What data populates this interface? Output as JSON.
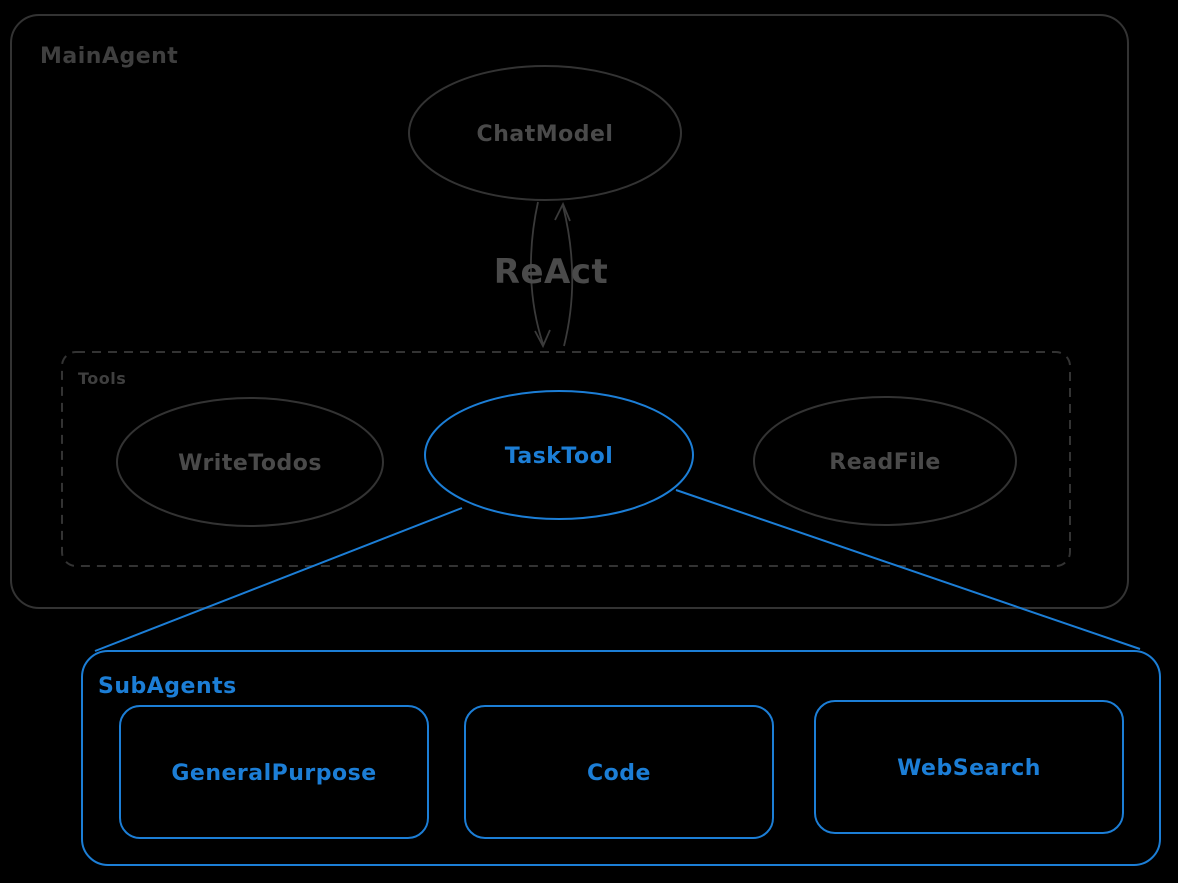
{
  "diagram": {
    "title_region": "agent-architecture-diagram",
    "main_agent": {
      "label": "MainAgent"
    },
    "chat_model": {
      "label": "ChatModel"
    },
    "react_label": "ReAct",
    "tools": {
      "label": "Tools",
      "items": [
        {
          "label": "WriteTodos"
        },
        {
          "label": "TaskTool"
        },
        {
          "label": "ReadFile"
        }
      ]
    },
    "subagents": {
      "label": "SubAgents",
      "items": [
        {
          "label": "GeneralPurpose"
        },
        {
          "label": "Code"
        },
        {
          "label": "WebSearch"
        }
      ]
    },
    "colors": {
      "background": "#000000",
      "dark_stroke": "#333333",
      "dark_text": "#4a4a4a",
      "accent_blue": "#1c7ed6"
    }
  }
}
